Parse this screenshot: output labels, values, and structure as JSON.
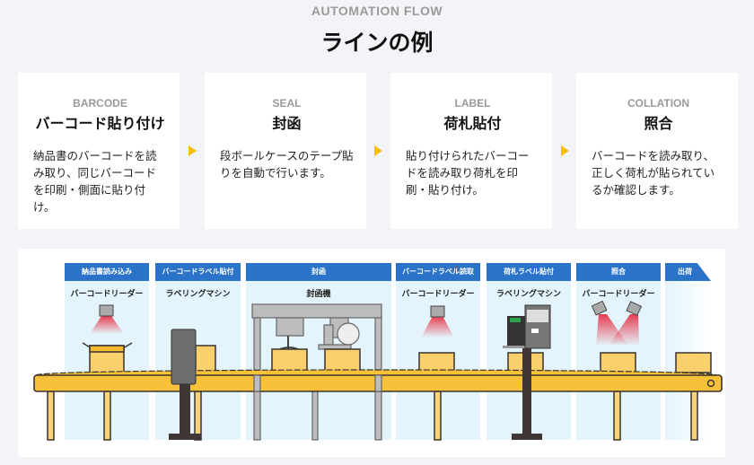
{
  "header": {
    "eyebrow": "AUTOMATION FLOW",
    "title": "ラインの例"
  },
  "steps": [
    {
      "en": "BARCODE",
      "title": "バーコード貼り付け",
      "desc": "納品書のバーコードを読み取り、同じバーコードを印刷・側面に貼り付け。"
    },
    {
      "en": "SEAL",
      "title": "封函",
      "desc": "段ボールケースのテープ貼りを自動で行います。"
    },
    {
      "en": "LABEL",
      "title": "荷札貼付",
      "desc": "貼り付けられたバーコードを読み取り荷札を印刷・貼り付け。"
    },
    {
      "en": "COLLATION",
      "title": "照合",
      "desc": "バーコードを読み取り、正しく荷札が貼られているか確認します。"
    }
  ],
  "line": {
    "stations": [
      {
        "process": "納品書読み込み",
        "machine": "バーコードリーダー"
      },
      {
        "process": "バーコードラベル貼付",
        "machine": "ラベリングマシン"
      },
      {
        "process": "封函",
        "machine": "封函機"
      },
      {
        "process": "バーコードラベル読取",
        "machine": "バーコードリーダー"
      },
      {
        "process": "荷札ラベル貼付",
        "machine": "ラベリングマシン"
      },
      {
        "process": "照合",
        "machine": "バーコードリーダー"
      },
      {
        "process": "出荷",
        "machine": ""
      }
    ],
    "colors": {
      "header": "#2b73c8",
      "conveyor": "#f7c23a",
      "scan": "#e8283c"
    }
  }
}
